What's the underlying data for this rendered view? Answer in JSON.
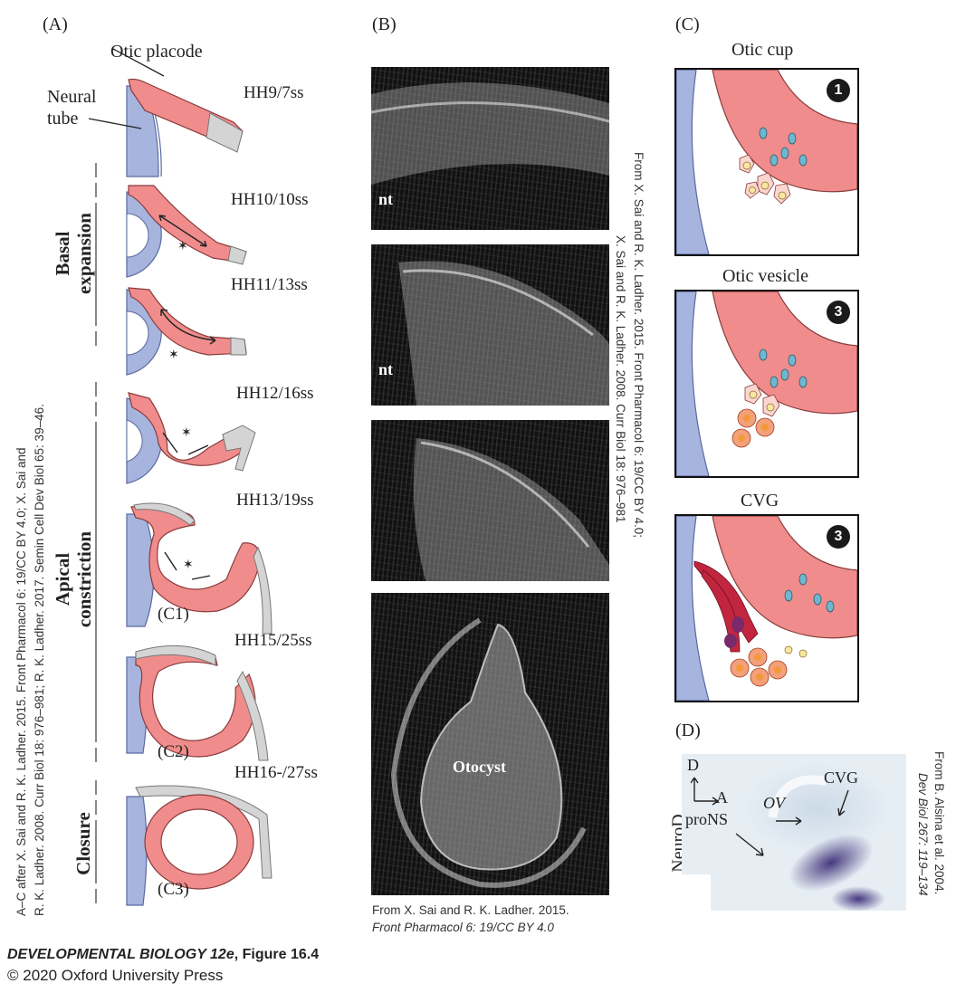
{
  "panelA": {
    "letter": "(A)",
    "labels": {
      "otic_placode": "Otic placode",
      "neural": "Neural",
      "tube": "tube"
    },
    "stages": [
      "HH9/7ss",
      "HH10/10ss",
      "HH11/13ss",
      "HH12/16ss",
      "HH13/19ss",
      "HH15/25ss",
      "HH16-/27ss"
    ],
    "sublabels": [
      "(C1)",
      "(C2)",
      "(C3)"
    ],
    "side_labels": {
      "basal": [
        "Basal",
        "expansion"
      ],
      "apical": [
        "Apical",
        "constriction"
      ],
      "closure": "Closure"
    },
    "credit_line1": "A–C after X. Sai and R. K. Ladher. 2015. Front Pharmacol 6: 19/CC BY 4.0; X. Sai and",
    "credit_line2": "R. K. Ladher. 2008. Curr Biol 18: 976–981; R. K. Ladher. 2017. Semin Cell Dev Biol 65: 39–46."
  },
  "panelB": {
    "letter": "(B)",
    "nt_label": "nt",
    "otocyst_label": "Otocyst",
    "credit_line1": "From X. Sai and R. K. Ladher. 2015.",
    "credit_line2": "Front Pharmacol 6: 19/CC BY 4.0",
    "credit_v1": "From X. Sai and R. K. Ladher. 2015. Front Pharmacol 6: 19/CC BY 4.0;",
    "credit_v2": "X. Sai and R. K. Ladher. 2008. Curr Biol 18: 976–981"
  },
  "panelC": {
    "letter": "(C)",
    "boxes": [
      {
        "title": "Otic cup",
        "num": "1"
      },
      {
        "title": "Otic vesicle",
        "num": "3"
      },
      {
        "title": "CVG",
        "num": "3"
      }
    ]
  },
  "panelD": {
    "letter": "(D)",
    "side_label": "NeuroD",
    "axis_d": "D",
    "axis_a": "A",
    "pronS": "proNS",
    "ov": "OV",
    "cvg": "CVG",
    "credit_v1": "From B. Alsina et al. 2004.",
    "credit_v2": "Dev Biol 267: 119–134"
  },
  "footer": {
    "title": "DEVELOPMENTAL BIOLOGY 12e",
    "figure": ", Figure 16.4",
    "copyright": "© 2020 Oxford University Press"
  },
  "colors": {
    "placode_pink": "#f08c8c",
    "neural_blue": "#a6b4de",
    "gray_epidermis": "#d4d4d4",
    "cell_blue": "#6fb7d1",
    "cell_yellow": "#f8e7a0",
    "cell_orange": "#f29a3a",
    "neuron_red": "#c2263e",
    "stain_purple": "#3d2f78",
    "ish_bg": "#e6eef4"
  }
}
